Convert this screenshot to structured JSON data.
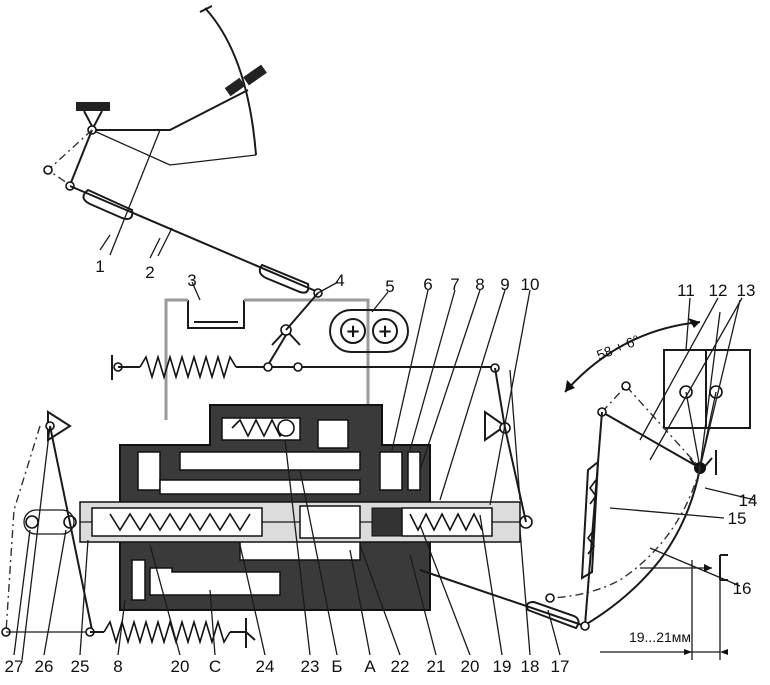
{
  "labels": {
    "n1": "1",
    "n2": "2",
    "n3": "3",
    "n4": "4",
    "n5": "5",
    "n6": "6",
    "n7": "7",
    "n8": "8",
    "n9": "9",
    "n10": "10",
    "n11": "11",
    "n12": "12",
    "n13": "13",
    "n14": "14",
    "n15": "15",
    "n16": "16",
    "n17": "17",
    "n18": "18",
    "n19": "19",
    "n20a": "20",
    "n21": "21",
    "n22": "22",
    "n23": "23",
    "nB": "Б",
    "nA": "А",
    "n24": "24",
    "nC": "С",
    "n20b": "20",
    "n8b": "8",
    "n25": "25",
    "n26": "26",
    "n27": "27"
  },
  "angle_label": "58 + 6°",
  "distance_label": "19...21мм"
}
